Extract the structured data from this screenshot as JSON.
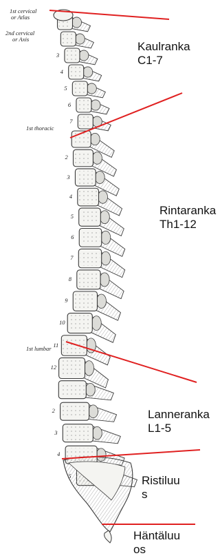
{
  "regions": [
    {
      "line1": "Kaulranka",
      "line2": "C1-7"
    },
    {
      "line1": "Rintaranka",
      "line2": "Th1-12"
    },
    {
      "line1": "Lanneranka",
      "line2": "L1-5"
    },
    {
      "line1": "Ristiluu",
      "line2": "s"
    },
    {
      "line1": "Häntäluu",
      "line2": "os"
    }
  ],
  "engraving_labels": {
    "atlas": "1st cervical\nor Atlas",
    "axis": "2nd cervical\nor Axis",
    "thoracic": "1st thoracic",
    "lumbar": "1st lumbar"
  },
  "vertebra_numbers": {
    "cervical": [
      "3",
      "4",
      "5",
      "6",
      "7"
    ],
    "thoracic": [
      "2",
      "3",
      "4",
      "5",
      "6",
      "7",
      "8",
      "9",
      "10",
      "11",
      "12"
    ],
    "lumbar": [
      "2",
      "3",
      "4",
      "5"
    ]
  },
  "colors": {
    "divider": "#e02020",
    "bone_fill": "#f4f4f1",
    "bone_stroke": "#3a3a3a",
    "hatch": "#8a8a8a"
  }
}
